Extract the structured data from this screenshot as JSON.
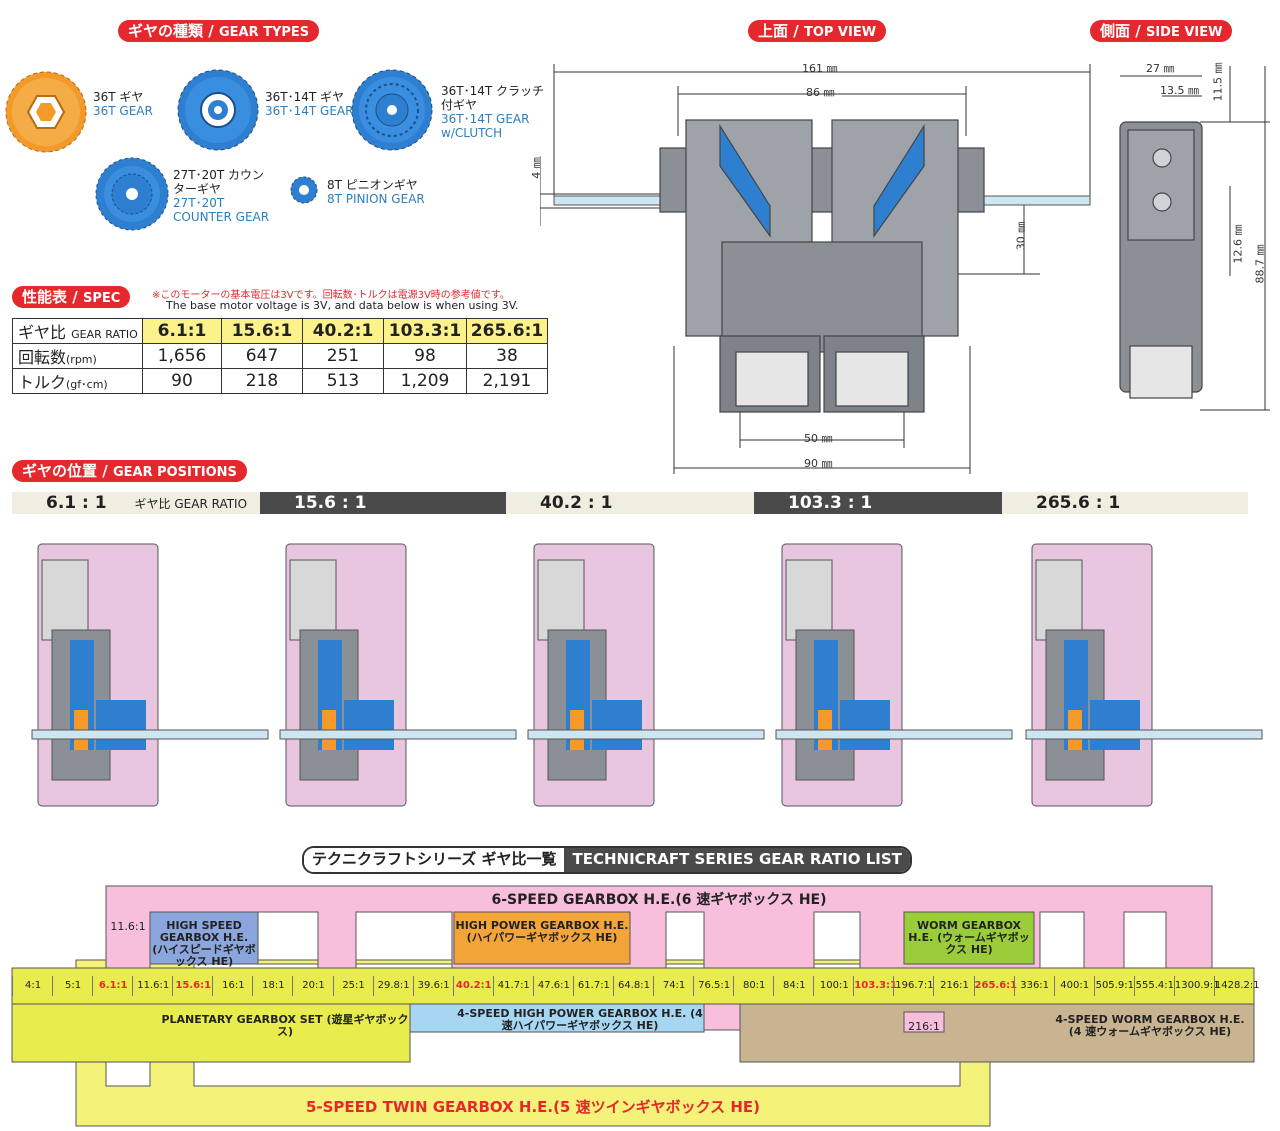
{
  "headings": {
    "gear_types": {
      "jp": "ギヤの種類",
      "en": "GEAR TYPES"
    },
    "top_view": {
      "jp": "上面",
      "en": "TOP VIEW"
    },
    "side_view": {
      "jp": "側面",
      "en": "SIDE VIEW"
    },
    "spec": {
      "jp": "性能表",
      "en": "SPEC"
    },
    "gear_positions": {
      "jp": "ギヤの位置",
      "en": "GEAR POSITIONS"
    }
  },
  "gear_types": [
    {
      "jp": "36T ギヤ",
      "en": "36T GEAR",
      "color": "#f39a2b"
    },
    {
      "jp": "36T･14T ギヤ",
      "en": "36T･14T GEAR",
      "color": "#2f7fd0"
    },
    {
      "jp": "36T･14T クラッチ付ギヤ",
      "en": "36T･14T GEAR w/CLUTCH",
      "color": "#2f7fd0"
    },
    {
      "jp": "27T･20T カウンターギヤ",
      "en": "27T･20T COUNTER GEAR",
      "color": "#2f7fd0"
    },
    {
      "jp": "8T ピニオンギヤ",
      "en": "8T PINION GEAR",
      "color": "#2f7fd0"
    }
  ],
  "dimensions": {
    "top": {
      "w161": "161 ㎜",
      "w86": "86 ㎜",
      "h4": "4 ㎜",
      "h30": "30 ㎜",
      "w50": "50 ㎜",
      "w90": "90 ㎜"
    },
    "side": {
      "w27": "27 ㎜",
      "w13": "13.5 ㎜",
      "h11": "11.5 ㎜",
      "h12": "12.6 ㎜",
      "h88": "88.7 ㎜"
    }
  },
  "spec": {
    "note_jp": "※このモーターの基本電圧は3Vです。回転数･トルクは電源3V時の参考値です。",
    "note_en": "The base motor voltage is 3V, and data below is when using 3V.",
    "header": {
      "jp": "ギヤ比",
      "en": "GEAR RATIO"
    },
    "ratios": [
      "6.1:1",
      "15.6:1",
      "40.2:1",
      "103.3:1",
      "265.6:1"
    ],
    "rows": [
      {
        "jp": "回転数",
        "unit": "(rpm)",
        "values": [
          "1,656",
          "647",
          "251",
          "98",
          "38"
        ]
      },
      {
        "jp": "トルク",
        "unit": "(gf･cm)",
        "values": [
          "90",
          "218",
          "513",
          "1,209",
          "2,191"
        ]
      }
    ]
  },
  "positions_bar": {
    "label_jp": "ギヤ比",
    "label_en": "GEAR RATIO",
    "ratios": [
      "6.1 : 1",
      "15.6 : 1",
      "40.2 : 1",
      "103.3 : 1",
      "265.6 : 1"
    ]
  },
  "ratio_list": {
    "title_jp": "テクニクラフトシリーズ ギヤ比一覧",
    "title_en": "TECHNICRAFT SERIES GEAR RATIO LIST",
    "row": [
      "4:1",
      "5:1",
      "6.1:1",
      "11.6:1",
      "15.6:1",
      "16:1",
      "18:1",
      "20:1",
      "25:1",
      "29.8:1",
      "39.6:1",
      "40.2:1",
      "41.7:1",
      "47.6:1",
      "61.7:1",
      "64.8:1",
      "74:1",
      "76.5:1",
      "80:1",
      "84:1",
      "100:1",
      "103.3:1",
      "196.7:1",
      "216:1",
      "265.6:1",
      "336:1",
      "400:1",
      "505.9:1",
      "555.4:1",
      "1300.9:1",
      "1428.2:1"
    ],
    "highlight": [
      "6.1:1",
      "15.6:1",
      "40.2:1",
      "103.3:1",
      "265.6:1"
    ],
    "extra": {
      "hs_top": "11.6:1",
      "worm_bottom": "216:1"
    },
    "boxes": {
      "six_speed": "6-SPEED GEARBOX H.E.(6 速ギヤボックス HE)",
      "high_speed": "HIGH SPEED GEARBOX H.E. (ハイスピードギヤボックス HE)",
      "high_power": "HIGH POWER GEARBOX H.E. (ハイパワーギヤボックス HE)",
      "worm": "WORM GEARBOX H.E. (ウォームギヤボックス HE)",
      "planetary": "PLANETARY GEARBOX SET (遊星ギヤボックス)",
      "four_hp": "4-SPEED HIGH POWER GEARBOX H.E. (4 速ハイパワーギヤボックス HE)",
      "four_worm": "4-SPEED WORM GEARBOX H.E. (4 速ウォームギヤボックス HE)",
      "five_twin": "5-SPEED TWIN GEARBOX H.E.(5 速ツインギヤボックス HE)"
    },
    "colors": {
      "six": "#f7bfdc",
      "hs": "#8aa6dc",
      "hp": "#f3a53a",
      "worm": "#9bcc3a",
      "plan": "#e8ec4c",
      "fourhp": "#a6d6f2",
      "fourworm": "#c9b492",
      "five": "#f5f27a",
      "highlight": "#e4282d"
    }
  }
}
